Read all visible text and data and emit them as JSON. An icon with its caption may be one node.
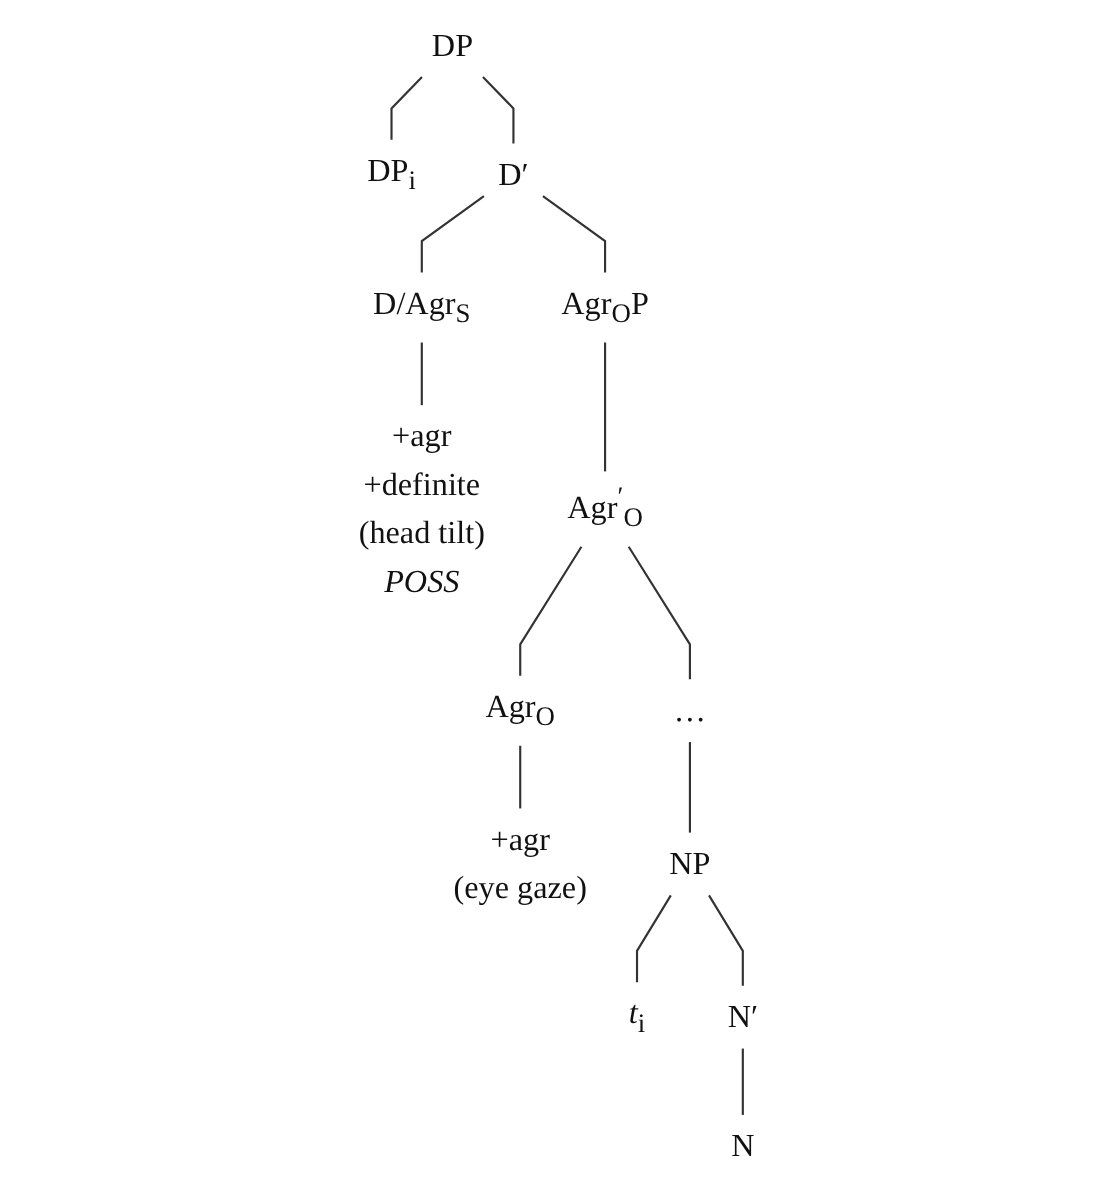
{
  "diagram": {
    "nodes": [
      {
        "text": [
          "DP"
        ]
      },
      {
        "text": [
          "DP$_{i}$"
        ]
      },
      {
        "text": [
          "D′"
        ]
      },
      {
        "text": [
          "D/Agr$_{S}$"
        ]
      },
      {
        "text": [
          "+agr",
          "+definite",
          "(head tilt)",
          "POSS"
        ]
      },
      {
        "text": [
          "Agr$_{O}$P"
        ]
      },
      {
        "text": [
          "Agr$^{′}$$_{O}$"
        ]
      },
      {
        "text": [
          "Agr$_{O}$"
        ]
      },
      {
        "text": [
          "+agr",
          "(eye gaze)"
        ]
      },
      {
        "text": [
          "…"
        ]
      },
      {
        "text": [
          "NP"
        ]
      },
      {
        "text": [
          "*t*$_{i}$"
        ]
      },
      {
        "text": [
          "N′"
        ]
      },
      {
        "text": [
          "N"
        ]
      }
    ],
    "edges": [
      {
        "from": 0,
        "to": 1,
        "arrow": "none"
      },
      {
        "from": 0,
        "to": 2,
        "arrow": "none"
      },
      {
        "from": 2,
        "to": 3,
        "arrow": "none"
      },
      {
        "from": 2,
        "to": 5,
        "arrow": "none"
      },
      {
        "from": 3,
        "to": 4,
        "arrow": "none"
      },
      {
        "from": 5,
        "to": 6,
        "arrow": "none"
      },
      {
        "from": 6,
        "to": 7,
        "arrow": "none"
      },
      {
        "from": 6,
        "to": 9,
        "arrow": "none"
      },
      {
        "from": 7,
        "to": 8,
        "arrow": "none"
      },
      {
        "from": 9,
        "to": 10,
        "arrow": "none"
      },
      {
        "from": 10,
        "to": 11,
        "arrow": "none"
      },
      {
        "from": 10,
        "to": 12,
        "arrow": "none"
      },
      {
        "from": 12,
        "to": 13,
        "arrow": "none"
      }
    ]
  }
}
